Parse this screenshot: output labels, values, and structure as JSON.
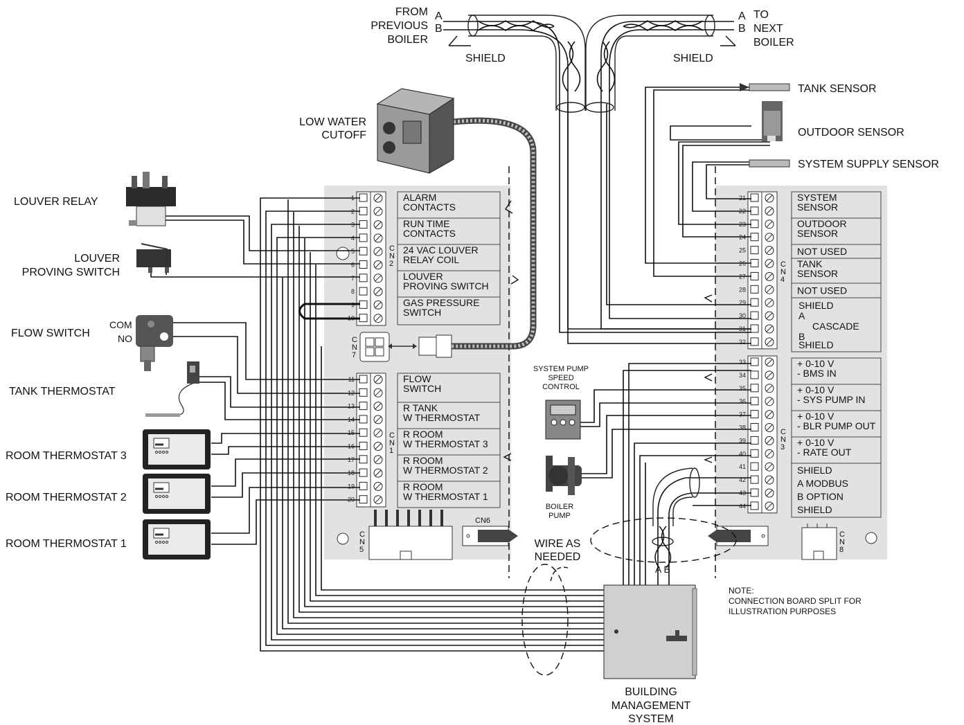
{
  "top": {
    "from_label": [
      "FROM",
      "PREVIOUS",
      "BOILER"
    ],
    "to_label": [
      "TO",
      "NEXT",
      "BOILER"
    ],
    "wire_a": "A",
    "wire_b": "B",
    "shield_left": "SHIELD",
    "shield_right": "SHIELD"
  },
  "devices_left": {
    "low_water_cutoff": [
      "LOW WATER",
      "CUTOFF"
    ],
    "louver_relay": "LOUVER RELAY",
    "louver_proving_switch": [
      "LOUVER",
      "PROVING SWITCH"
    ],
    "flow_switch": "FLOW SWITCH",
    "flow_com": "COM",
    "flow_no": "NO",
    "tank_thermostat": "TANK THERMOSTAT",
    "room_thermostat_3": "ROOM THERMOSTAT 3",
    "room_thermostat_2": "ROOM THERMOSTAT 2",
    "room_thermostat_1": "ROOM THERMOSTAT 1"
  },
  "devices_right": {
    "tank_sensor": "TANK SENSOR",
    "outdoor_sensor": "OUTDOOR SENSOR",
    "system_supply_sensor": "SYSTEM SUPPLY SENSOR"
  },
  "cn2_labels": [
    [
      "ALARM",
      "CONTACTS"
    ],
    [
      "RUN TIME",
      "CONTACTS"
    ],
    [
      "24 VAC LOUVER",
      "RELAY COIL"
    ],
    [
      "LOUVER",
      "PROVING SWITCH"
    ],
    [
      "GAS PRESSURE",
      "SWITCH"
    ]
  ],
  "cn1_labels": [
    [
      "FLOW",
      "SWITCH"
    ],
    [
      "R  TANK",
      "W  THERMOSTAT"
    ],
    [
      "R  ROOM",
      "W  THERMOSTAT 3"
    ],
    [
      "R  ROOM",
      "W  THERMOSTAT 2"
    ],
    [
      "R  ROOM",
      "W  THERMOSTAT 1"
    ]
  ],
  "cn4_labels": [
    [
      "SYSTEM",
      "SENSOR"
    ],
    [
      "OUTDOOR",
      "SENSOR"
    ],
    [
      "NOT USED"
    ],
    [
      "TANK",
      "SENSOR"
    ],
    [
      "NOT USED"
    ]
  ],
  "cn4_cascade": [
    "SHIELD",
    "A",
    "CASCADE",
    "B",
    "SHIELD"
  ],
  "cn3_labels": [
    [
      "+  0-10 V",
      "-  BMS IN"
    ],
    [
      "+  0-10 V",
      "-  SYS PUMP IN"
    ],
    [
      "+  0-10 V",
      "-  BLR PUMP OUT"
    ],
    [
      "+  0-10 V",
      "-  RATE OUT"
    ]
  ],
  "cn3_modbus": [
    "SHIELD",
    "A    MODBUS",
    "B    OPTION",
    "SHIELD"
  ],
  "left_terminals": [
    "1",
    "2",
    "3",
    "4",
    "5",
    "6",
    "7",
    "8",
    "9",
    "10",
    "11",
    "12",
    "13",
    "14",
    "15",
    "16",
    "17",
    "18",
    "19",
    "20"
  ],
  "right_terminals": [
    "21",
    "22",
    "23",
    "24",
    "25",
    "26",
    "27",
    "28",
    "29",
    "30",
    "31",
    "32",
    "33",
    "34",
    "35",
    "36",
    "37",
    "38",
    "39",
    "40",
    "41",
    "42",
    "43",
    "44"
  ],
  "connectors": {
    "cn2": [
      "C",
      "N",
      "2"
    ],
    "cn1": [
      "C",
      "N",
      "1"
    ],
    "cn4": [
      "C",
      "N",
      "4"
    ],
    "cn3": [
      "C",
      "N",
      "3"
    ],
    "cn7": [
      "C",
      "N",
      "7"
    ],
    "cn5": [
      "C",
      "N",
      "5"
    ],
    "cn8": [
      "C",
      "N",
      "8"
    ],
    "cn6": "CN6"
  },
  "bottom": {
    "system_pump_speed_control": [
      "SYSTEM PUMP",
      "SPEED",
      "CONTROL"
    ],
    "boiler_pump": [
      "BOILER",
      "PUMP"
    ],
    "wire_as_needed": [
      "WIRE AS",
      "NEEDED"
    ],
    "bms": [
      "BUILDING",
      "MANAGEMENT",
      "SYSTEM"
    ],
    "ab": "A B",
    "note": [
      "NOTE:",
      "CONNECTION BOARD SPLIT FOR",
      "ILLUSTRATION PURPOSES"
    ]
  }
}
